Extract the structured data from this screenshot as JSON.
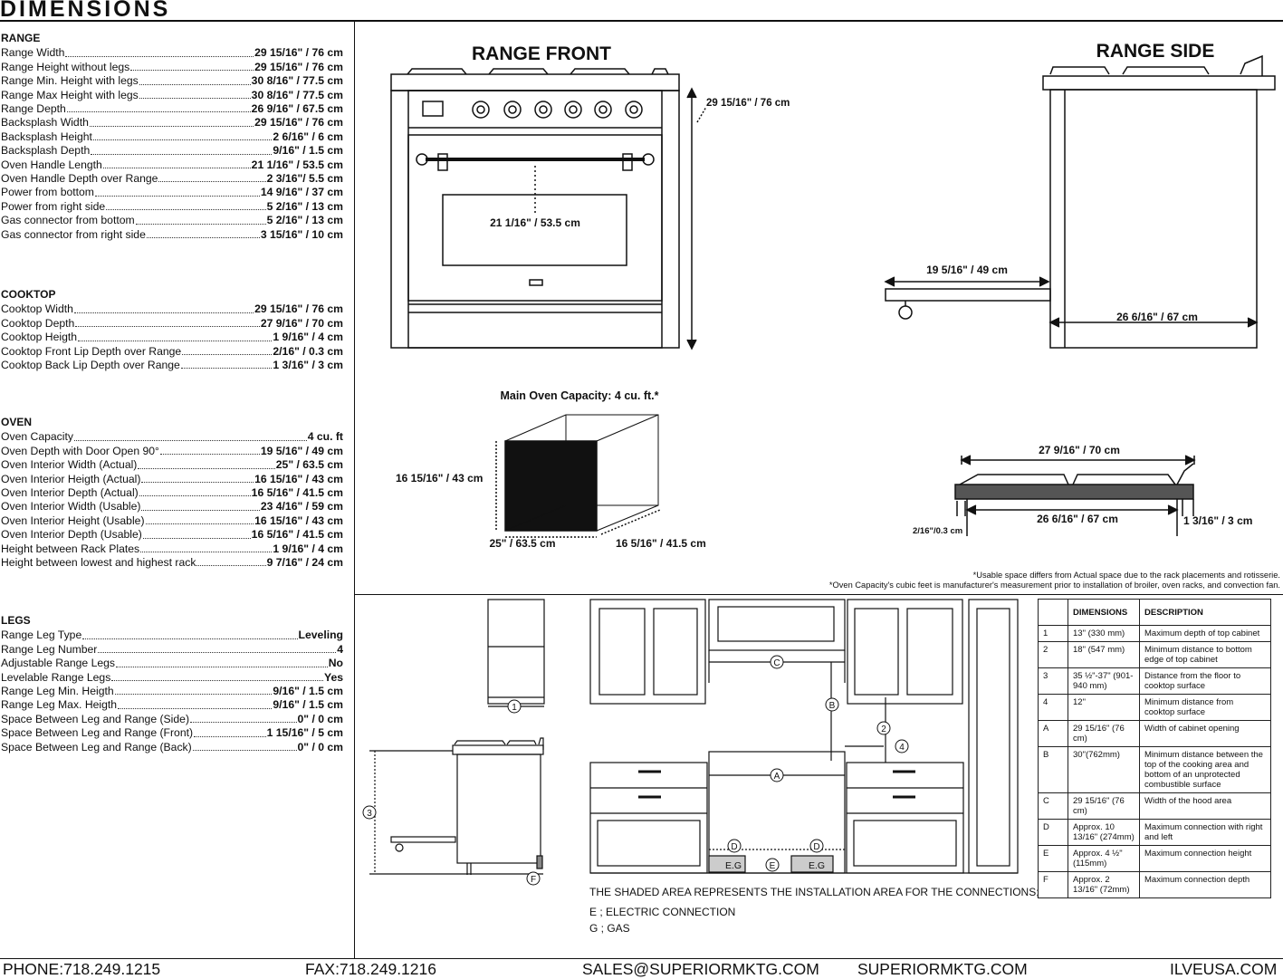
{
  "page": {
    "title": "DIMENSIONS"
  },
  "range": {
    "heading": "RANGE",
    "rows": [
      {
        "label": "Range Width",
        "value": "29 15/16\" / 76 cm"
      },
      {
        "label": "Range Height without legs",
        "value": "29 15/16\" / 76 cm"
      },
      {
        "label": "Range Min. Height with legs",
        "value": "30 8/16\" / 77.5 cm"
      },
      {
        "label": "Range Max Height with legs",
        "value": "30 8/16\" / 77.5 cm"
      },
      {
        "label": "Range Depth",
        "value": "26 9/16\" / 67.5 cm"
      },
      {
        "label": "Backsplash Width",
        "value": "29 15/16\" / 76 cm"
      },
      {
        "label": "Backsplash Height",
        "value": "2 6/16\" / 6 cm"
      },
      {
        "label": "Backsplash Depth",
        "value": "9/16\" / 1.5 cm"
      },
      {
        "label": "Oven Handle Length",
        "value": "21 1/16\" / 53.5 cm"
      },
      {
        "label": "Oven Handle Depth over Range",
        "value": "2 3/16\"/ 5.5 cm"
      },
      {
        "label": "Power from bottom",
        "value": "14 9/16\" / 37 cm"
      },
      {
        "label": "Power from right side",
        "value": "5 2/16\" / 13 cm"
      },
      {
        "label": "Gas connector from bottom",
        "value": "5 2/16\" / 13 cm"
      },
      {
        "label": "Gas connector from right side",
        "value": "3 15/16\" / 10 cm"
      }
    ]
  },
  "cooktop": {
    "heading": "COOKTOP",
    "rows": [
      {
        "label": "Cooktop Width",
        "value": "29 15/16\" / 76 cm"
      },
      {
        "label": "Cooktop Depth",
        "value": "27 9/16\" / 70 cm"
      },
      {
        "label": "Cooktop Heigth",
        "value": "1 9/16\" / 4 cm"
      },
      {
        "label": "Cooktop Front Lip Depth over Range",
        "value": "2/16\" / 0.3 cm"
      },
      {
        "label": "Cooktop Back Lip Depth over Range",
        "value": "1 3/16\" / 3 cm"
      }
    ]
  },
  "oven": {
    "heading": "OVEN",
    "rows": [
      {
        "label": "Oven Capacity",
        "value": "4 cu. ft"
      },
      {
        "label": "Oven Depth with Door Open 90°",
        "value": "19 5/16\" / 49 cm"
      },
      {
        "label": "Oven Interior Width (Actual)",
        "value": "25\" / 63.5 cm"
      },
      {
        "label": "Oven Interior Heigth (Actual)",
        "value": "16 15/16\" / 43 cm"
      },
      {
        "label": "Oven Interior Depth (Actual)",
        "value": "16 5/16\" / 41.5 cm"
      },
      {
        "label": "Oven Interior Width (Usable)",
        "value": "23 4/16\" / 59 cm"
      },
      {
        "label": "Oven Interior Height (Usable)",
        "value": "16 15/16\" / 43 cm"
      },
      {
        "label": "Oven Interior Depth (Usable)",
        "value": "16 5/16\" / 41.5 cm"
      },
      {
        "label": "Height between Rack Plates",
        "value": "1 9/16\" / 4 cm"
      },
      {
        "label": "Height between lowest and highest rack",
        "value": "9 7/16\" / 24 cm"
      }
    ]
  },
  "legs": {
    "heading": "LEGS",
    "rows": [
      {
        "label": "Range Leg Type",
        "value": "Leveling"
      },
      {
        "label": "Range Leg Number",
        "value": "4"
      },
      {
        "label": "Adjustable Range Legs",
        "value": "No"
      },
      {
        "label": "Levelable Range Legs",
        "value": "Yes"
      },
      {
        "label": "Range Leg Min. Heigth",
        "value": "9/16\" / 1.5 cm"
      },
      {
        "label": "Range Leg Max. Heigth",
        "value": "9/16\" / 1.5 cm"
      },
      {
        "label": "Space Between Leg and Range (Side)",
        "value": "0\" / 0 cm"
      },
      {
        "label": "Space Between Leg and Range (Front)",
        "value": "1 15/16\" / 5 cm"
      },
      {
        "label": "Space Between Leg and Range (Back)",
        "value": "0\" / 0 cm"
      }
    ]
  },
  "drawings": {
    "range_front_title": "RANGE FRONT",
    "range_side_title": "RANGE SIDE",
    "front_height": "29 15/16\" / 76 cm",
    "handle_length": "21 1/16\" / 53.5 cm",
    "door_open": "19 5/16\" / 49 cm",
    "side_depth": "26 6/16\" / 67 cm",
    "oven_capacity_title": "Main Oven Capacity: 4 cu. ft.*",
    "oven_height": "16 15/16\" / 43 cm",
    "oven_width": "25\" / 63.5 cm",
    "oven_depth": "16 5/16\" / 41.5 cm",
    "cooktop_depth": "27 9/16\" / 70 cm",
    "cooktop_inner": "26 6/16\" / 67 cm",
    "front_lip": "2/16\"/0.3 cm",
    "back_lip": "1 3/16\" / 3 cm",
    "note_usable": "*Usable space differs from Actual space due to the rack placements and rotisserie.",
    "note_capacity": "*Oven Capacity's cubic feet is manufacturer's measurement prior to installation of broiler, oven racks, and convection fan.",
    "markers": [
      "1",
      "2",
      "3",
      "4",
      "A",
      "B",
      "C",
      "D",
      "E",
      "F"
    ],
    "eg": "E.G",
    "e_letter": "E"
  },
  "install": {
    "shaded_note": "THE SHADED AREA REPRESENTS THE INSTALLATION AREA FOR THE CONNECTIONS;",
    "electric": "E ; ELECTRIC CONNECTION",
    "gas": "G ; GAS"
  },
  "table": {
    "headers": [
      "",
      "DIMENSIONS",
      "DESCRIPTION"
    ],
    "rows": [
      [
        "1",
        "13\" (330 mm)",
        "Maximum depth of top cabinet"
      ],
      [
        "2",
        "18\" (547 mm)",
        "Minimum distance to bottom edge of top cabinet"
      ],
      [
        "3",
        "35 ½\"-37\" (901-940 mm)",
        "Distance from the floor to cooktop surface"
      ],
      [
        "4",
        "12\"",
        "Minimum distance from cooktop surface"
      ],
      [
        "A",
        "29 15/16\" (76 cm)",
        "Width of cabinet opening"
      ],
      [
        "B",
        "30\"(762mm)",
        "Minimum distance between the top of the cooking area and bottom of an unprotected combustible surface"
      ],
      [
        "C",
        "29 15/16\" (76 cm)",
        "Width of the hood area"
      ],
      [
        "D",
        "Approx. 10 13/16\" (274mm)",
        "Maximum connection with right and left"
      ],
      [
        "E",
        "Approx. 4 ½\" (115mm)",
        "Maximum connection height"
      ],
      [
        "F",
        "Approx. 2 13/16\" (72mm)",
        "Maximum connection depth"
      ]
    ]
  },
  "footer": {
    "phone": "PHONE:718.249.1215",
    "fax": "FAX:718.249.1216",
    "email": "SALES@SUPERIORMKTG.COM",
    "site1": "SUPERIORMKTG.COM",
    "site2": "ILVEUSA.COM"
  }
}
